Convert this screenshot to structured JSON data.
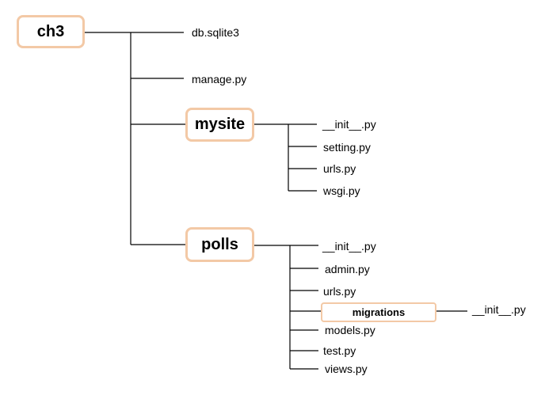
{
  "root": {
    "label": "ch3"
  },
  "root_files": {
    "db": "db.sqlite3",
    "manage": "manage.py"
  },
  "mysite": {
    "label": "mysite",
    "files": [
      "__init__.py",
      "setting.py",
      "urls.py",
      "wsgi.py"
    ]
  },
  "polls": {
    "label": "polls",
    "files": [
      "__init__.py",
      "admin.py",
      "urls.py",
      "models.py",
      "test.py",
      "views.py"
    ],
    "migrations": {
      "label": "migrations",
      "files": [
        "__init__.py"
      ]
    }
  },
  "colors": {
    "box_border": "#f3c9a6",
    "line": "#000000"
  }
}
